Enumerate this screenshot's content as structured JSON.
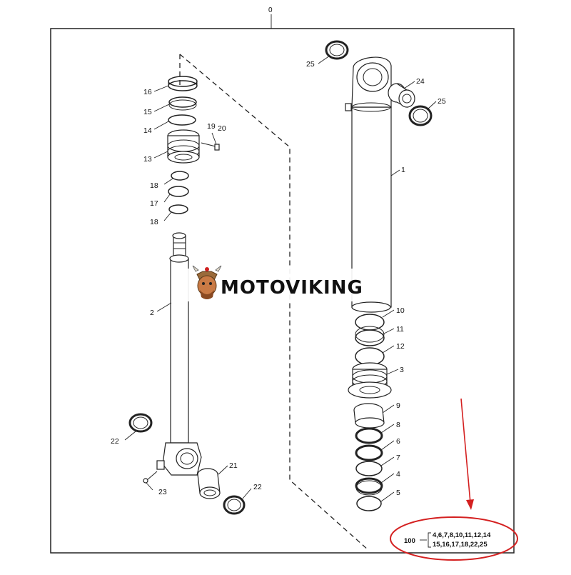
{
  "diagram": {
    "top_label": "0",
    "watermark": "MOTOVIKING",
    "callouts": {
      "c1": "1",
      "c2": "2",
      "c3": "3",
      "c4": "4",
      "c5": "5",
      "c6": "6",
      "c7": "7",
      "c8": "8",
      "c9": "9",
      "c10": "10",
      "c11": "11",
      "c12": "12",
      "c13": "13",
      "c14": "14",
      "c15": "15",
      "c16": "16",
      "c17": "17",
      "c18a": "18",
      "c18b": "18",
      "c19": "19",
      "c20": "20",
      "c21": "21",
      "c22a": "22",
      "c22b": "22",
      "c23": "23",
      "c24": "24",
      "c25a": "25",
      "c25b": "25"
    },
    "kit": {
      "number": "100",
      "line1": "4,6,7,8,10,11,12,14",
      "line2": "15,16,17,18,22,25"
    },
    "colors": {
      "annotation": "#d42020",
      "line": "#222222"
    }
  }
}
